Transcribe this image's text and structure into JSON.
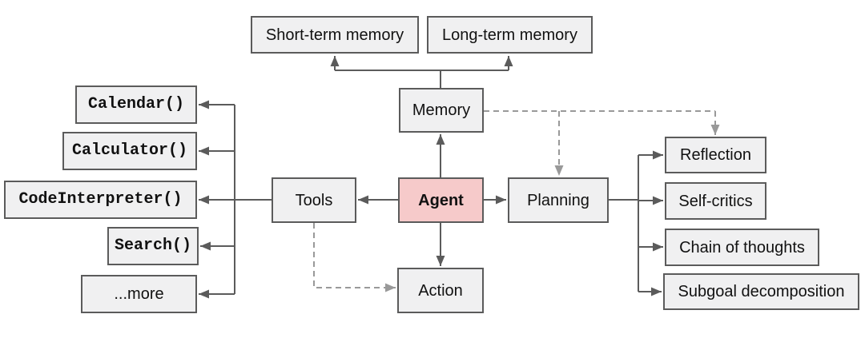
{
  "diagram": {
    "nodes": {
      "agent": {
        "label": "Agent"
      },
      "memory": {
        "label": "Memory"
      },
      "tools": {
        "label": "Tools"
      },
      "planning": {
        "label": "Planning"
      },
      "action": {
        "label": "Action"
      },
      "short_term": {
        "label": "Short-term memory"
      },
      "long_term": {
        "label": "Long-term memory"
      },
      "calendar": {
        "label": "Calendar()"
      },
      "calculator": {
        "label": "Calculator()"
      },
      "code_interpreter": {
        "label": "CodeInterpreter()"
      },
      "search": {
        "label": "Search()"
      },
      "more": {
        "label": "...more"
      },
      "reflection": {
        "label": "Reflection"
      },
      "self_critics": {
        "label": "Self-critics"
      },
      "chain_of_thoughts": {
        "label": "Chain of thoughts"
      },
      "subgoal": {
        "label": "Subgoal decomposition"
      }
    },
    "edges": [
      {
        "from": "agent",
        "to": "memory",
        "style": "solid"
      },
      {
        "from": "agent",
        "to": "tools",
        "style": "solid"
      },
      {
        "from": "agent",
        "to": "planning",
        "style": "solid"
      },
      {
        "from": "agent",
        "to": "action",
        "style": "solid"
      },
      {
        "from": "memory",
        "to": "short_term",
        "style": "solid"
      },
      {
        "from": "memory",
        "to": "long_term",
        "style": "solid"
      },
      {
        "from": "tools",
        "to": "calendar",
        "style": "solid"
      },
      {
        "from": "tools",
        "to": "calculator",
        "style": "solid"
      },
      {
        "from": "tools",
        "to": "code_interpreter",
        "style": "solid"
      },
      {
        "from": "tools",
        "to": "search",
        "style": "solid"
      },
      {
        "from": "tools",
        "to": "more",
        "style": "solid"
      },
      {
        "from": "planning",
        "to": "reflection",
        "style": "solid"
      },
      {
        "from": "planning",
        "to": "self_critics",
        "style": "solid"
      },
      {
        "from": "planning",
        "to": "chain_of_thoughts",
        "style": "solid"
      },
      {
        "from": "planning",
        "to": "subgoal",
        "style": "solid"
      },
      {
        "from": "memory",
        "to": "planning",
        "style": "dashed"
      },
      {
        "from": "memory",
        "to": "reflection",
        "style": "dashed"
      },
      {
        "from": "tools",
        "to": "action",
        "style": "dashed"
      }
    ],
    "colors": {
      "box_fill": "#f0f0f1",
      "box_border": "#5b5b5b",
      "agent_fill": "#f6caca",
      "solid_line": "#5b5b5b",
      "dashed_line": "#999999",
      "text": "#111111",
      "background": "#ffffff"
    }
  }
}
